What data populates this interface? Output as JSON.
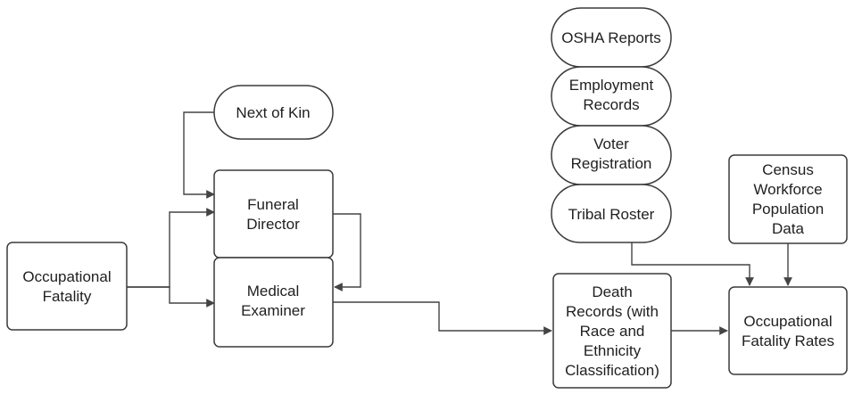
{
  "diagram": {
    "nodes": {
      "occupational_fatality": {
        "lines": [
          "Occupational",
          "Fatality"
        ]
      },
      "next_of_kin": {
        "lines": [
          "Next of Kin"
        ]
      },
      "funeral_director": {
        "lines": [
          "Funeral",
          "Director"
        ]
      },
      "medical_examiner": {
        "lines": [
          "Medical",
          "Examiner"
        ]
      },
      "osha_reports": {
        "lines": [
          "OSHA Reports"
        ]
      },
      "employment_records": {
        "lines": [
          "Employment",
          "Records"
        ]
      },
      "voter_registration": {
        "lines": [
          "Voter",
          "Registration"
        ]
      },
      "tribal_roster": {
        "lines": [
          "Tribal Roster"
        ]
      },
      "death_records": {
        "lines": [
          "Death",
          "Records (with",
          "Race and",
          "Ethnicity",
          "Classification)"
        ]
      },
      "census_data": {
        "lines": [
          "Census",
          "Workforce",
          "Population",
          "Data"
        ]
      },
      "fatality_rates": {
        "lines": [
          "Occupational",
          "Fatality Rates"
        ]
      }
    }
  }
}
